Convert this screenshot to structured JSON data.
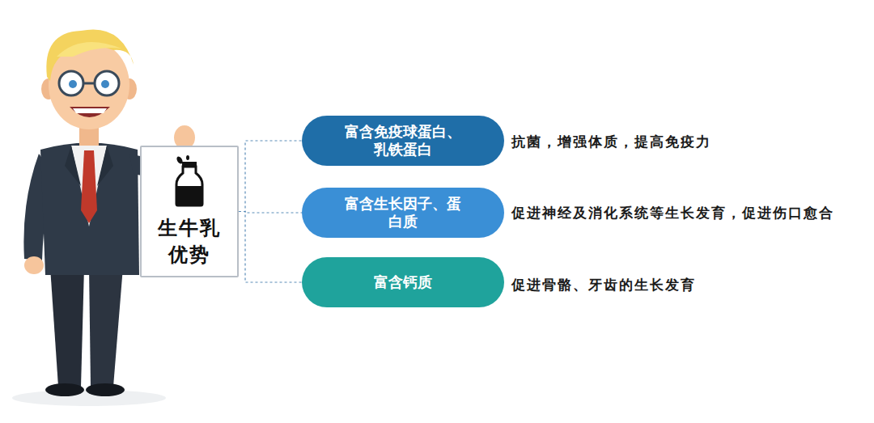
{
  "diagram": {
    "nodes": [
      {
        "text": [
          "生牛乳 优势"
        ]
      },
      {
        "text": [
          "富含免疫球蛋白、 乳铁蛋白"
        ]
      },
      {
        "text": [
          "富含生长因子、蛋 白质"
        ]
      },
      {
        "text": [
          "富含钙质"
        ]
      }
    ],
    "edges": [
      {
        "from": 0,
        "to": 1,
        "arrow": "none"
      },
      {
        "from": 0,
        "to": 2,
        "arrow": "none"
      },
      {
        "from": 0,
        "to": 3,
        "arrow": "none"
      }
    ],
    "labels": [
      "抗菌，增强体质，提高免疫力",
      "促进神经及消化系统等生长发育，促进伤口愈合",
      "促进骨骼、牙齿的生长发育"
    ]
  }
}
